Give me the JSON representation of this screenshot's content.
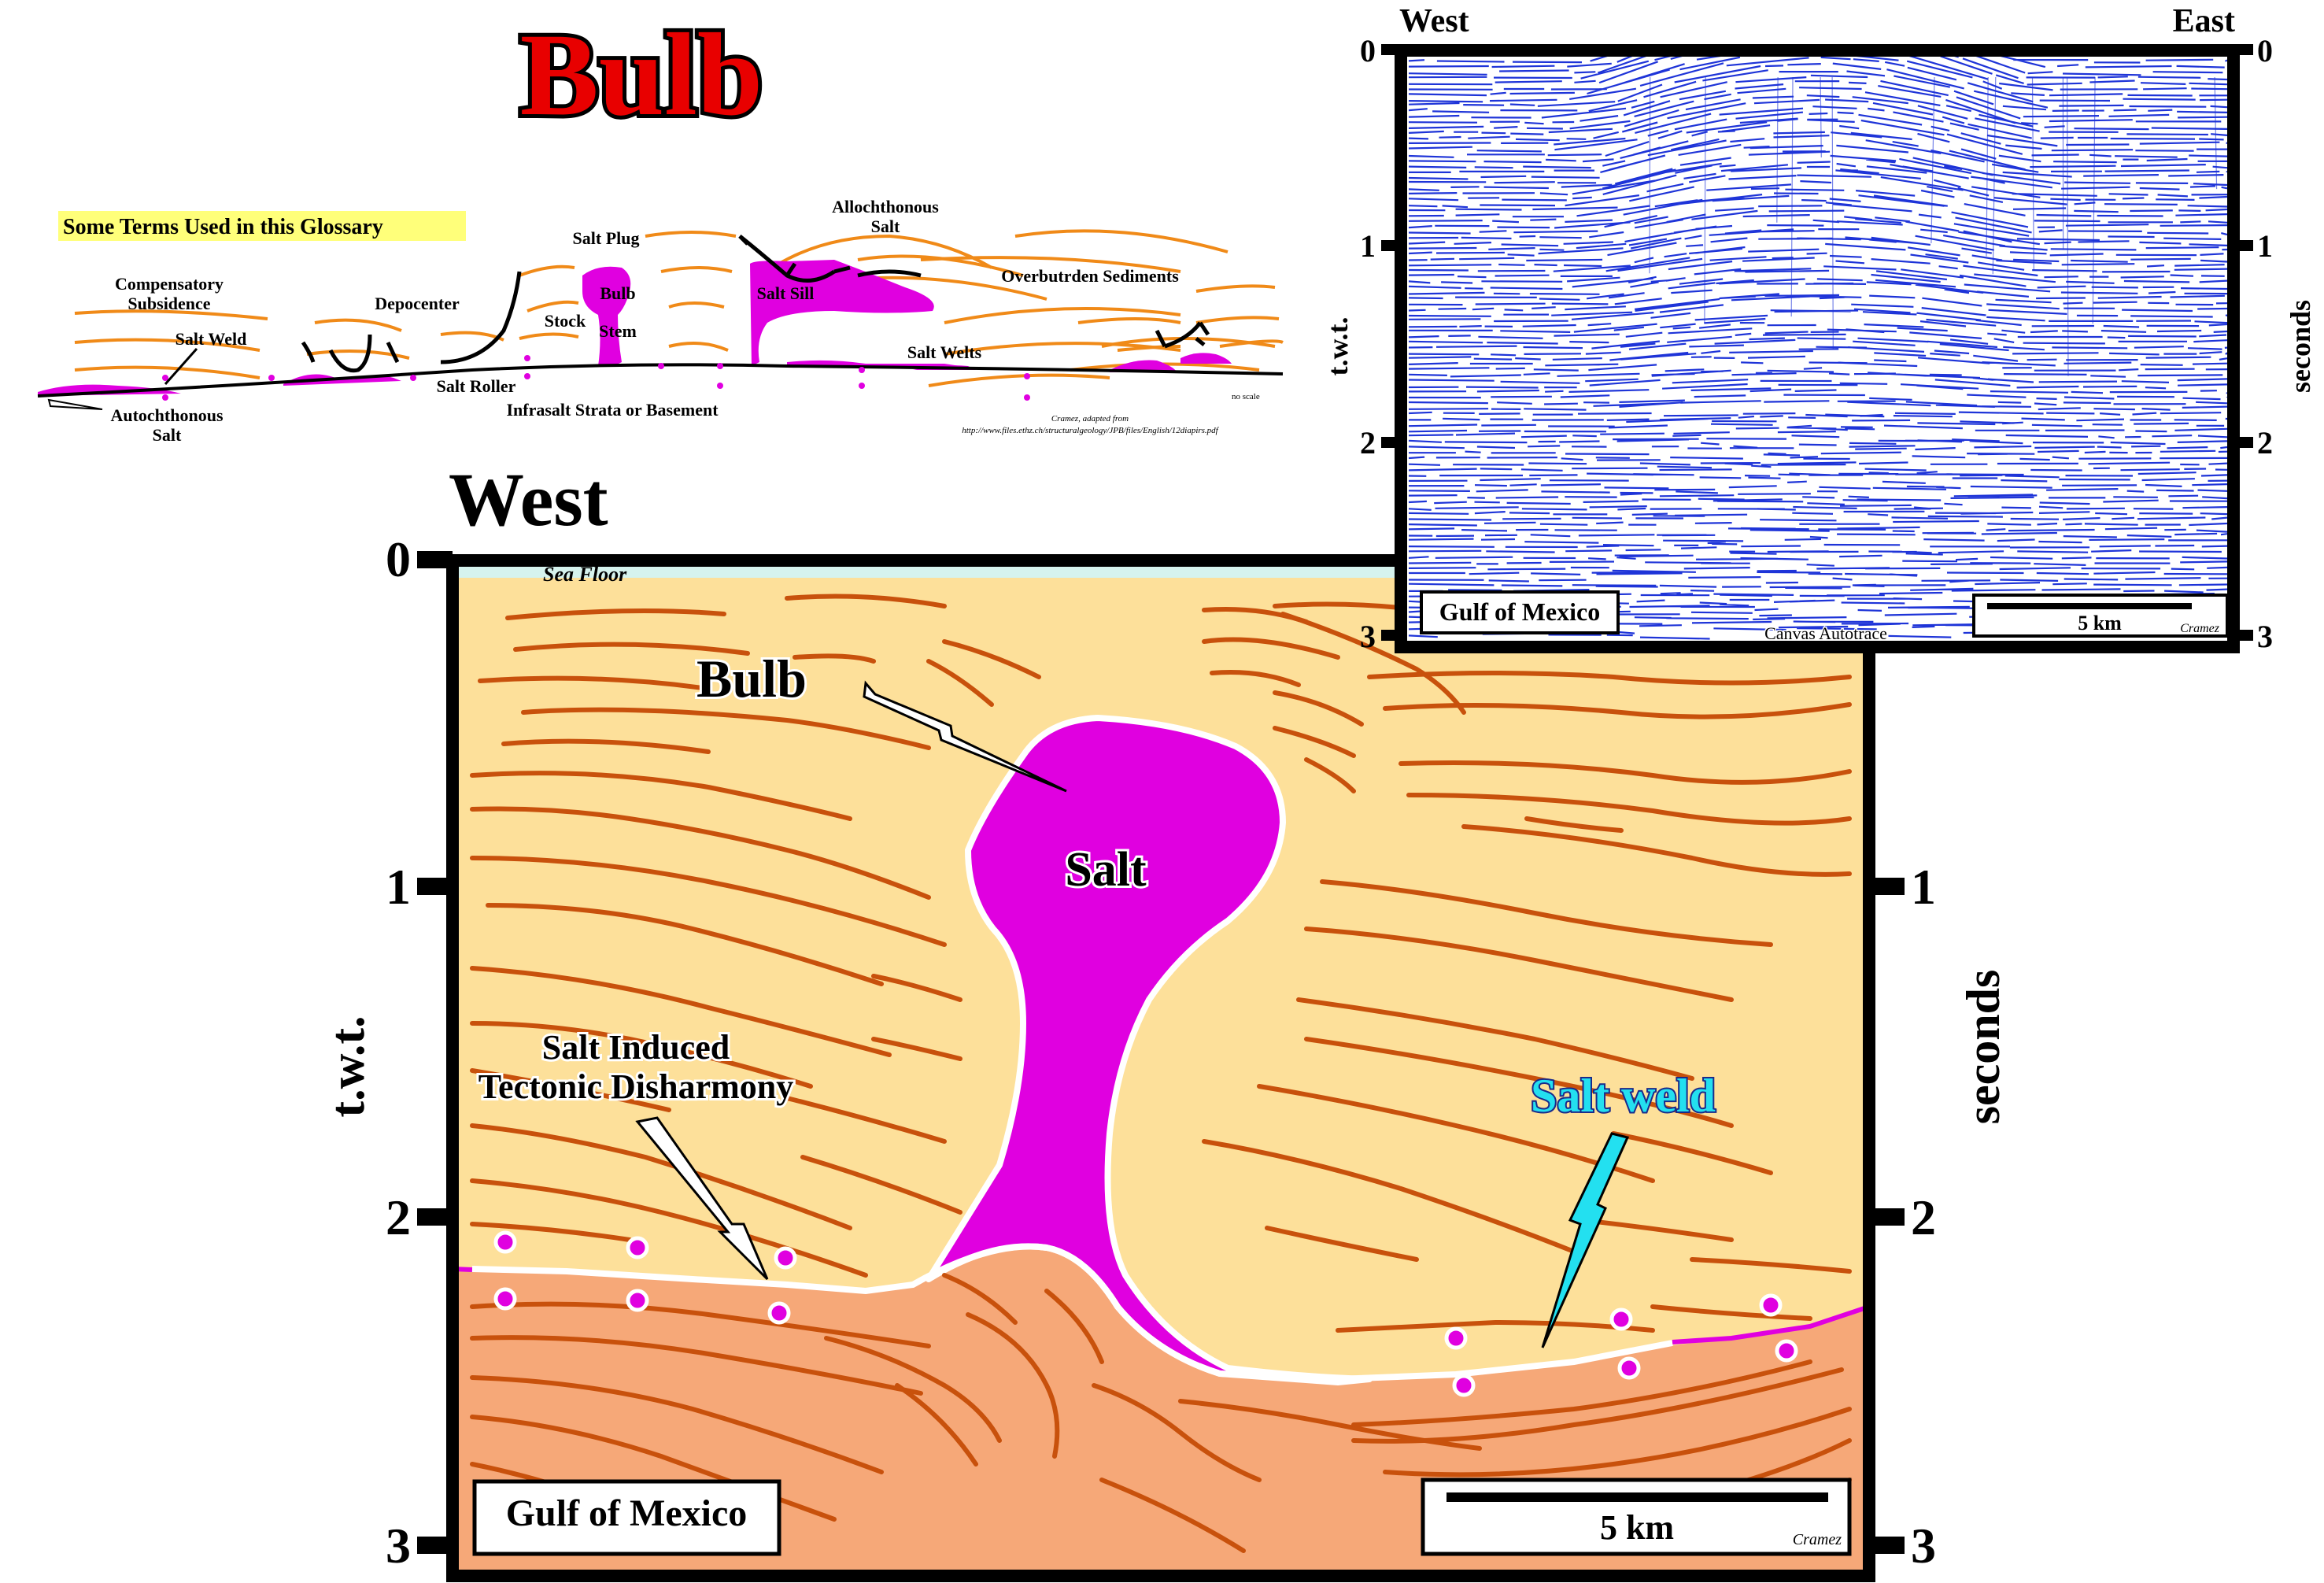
{
  "page": {
    "title": "Bulb",
    "colors": {
      "title_red": "#e80000",
      "overburden": "#fde09a",
      "basement": "#f6a878",
      "strata_line": "#c8510c",
      "salt": "#e000e0",
      "seafloor": "#d6f3ee",
      "weld_cyan": "#23e0f0",
      "seismic_blue": "#1e34d8"
    }
  },
  "glossary": {
    "heading": "Some Terms Used in this Glossary",
    "terms": {
      "allochthonous": "Allochthonous",
      "allochthonous_2": "Salt",
      "salt_plug": "Salt Plug",
      "overburden": "Overbutrden Sediments",
      "comp_1": "Compensatory",
      "comp_2": "Subsidence",
      "depocenter": "Depocenter",
      "bulb": "Bulb",
      "stock": "Stock",
      "stem": "Stem",
      "salt_sill": "Salt Sill",
      "salt_weld": "Salt Weld",
      "salt_welts": "Salt Welts",
      "salt_roller": "Salt Roller",
      "infrasalt": "Infrasalt Strata or Basement",
      "auto_1": "Autochthonous",
      "auto_2": "Salt",
      "no_scale": "no scale"
    },
    "credit_1": "Cramez, adapted from",
    "credit_2": "http://www.files.ethz.ch/structuralgeology/JPB/files/English/12diapirs.pdf"
  },
  "main_section": {
    "west_label": "West",
    "seafloor_label": "Sea Floor",
    "y_axis_label": "t.w.t.",
    "y2_axis_label": "seconds",
    "ticks": [
      "0",
      "1",
      "2",
      "3"
    ],
    "labels": {
      "bulb": "Bulb",
      "salt": "Salt",
      "disharmony_1": "Salt Induced",
      "disharmony_2": "Tectonic Disharmony",
      "salt_weld": "Salt weld"
    },
    "location": "Gulf of Mexico",
    "scale": "5 km",
    "credit": "Cramez"
  },
  "seismic_inset": {
    "west_label": "West",
    "east_label": "East",
    "y_axis_label": "t.w.t.",
    "y2_axis_label": "seconds",
    "ticks": [
      "0",
      "1",
      "2",
      "3"
    ],
    "location": "Gulf of Mexico",
    "process": "Canvas Autotrace",
    "scale": "5 km",
    "credit": "Cramez"
  }
}
